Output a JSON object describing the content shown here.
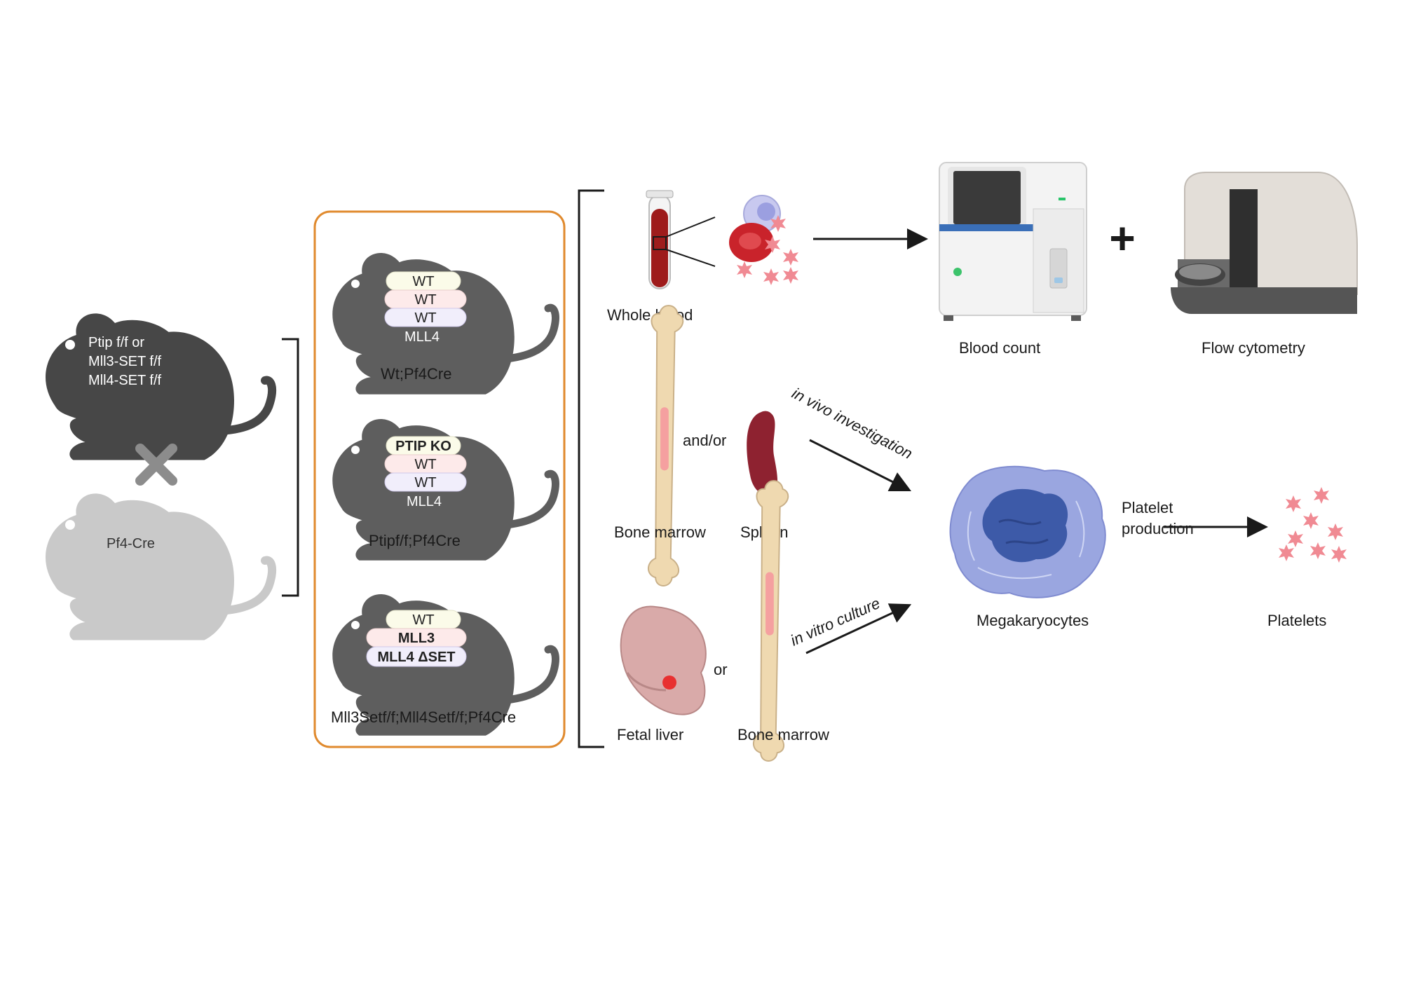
{
  "parents": {
    "mouse1": {
      "lines": [
        "Ptip f/f or",
        "Mll3-SET f/f",
        "Mll4-SET f/f"
      ]
    },
    "mouse2": {
      "label": "Pf4-Cre"
    }
  },
  "genotypes": [
    {
      "pills": [
        "WT",
        "WT",
        "WT"
      ],
      "footer": "MLL4",
      "caption": "Wt;Pf4Cre"
    },
    {
      "pills": [
        "PTIP KO",
        "WT",
        "WT"
      ],
      "footer": "MLL4",
      "caption": "Ptipf/f;Pf4Cre"
    },
    {
      "pills": [
        "WT",
        "MLL3",
        "MLL4 ΔSET"
      ],
      "caption": "Mll3Setf/f;Mll4Setf/f;Pf4Cre"
    }
  ],
  "samples": {
    "whole_blood": "Whole blood",
    "bone_marrow_1": "Bone marrow",
    "and_or": "and/or",
    "spleen": "Spleen",
    "fetal_liver": "Fetal liver",
    "or": "or",
    "bone_marrow_2": "Bone marrow"
  },
  "analysis": {
    "blood_count": "Blood count",
    "plus": "+",
    "flow_cytometry": "Flow cytometry"
  },
  "arrows": {
    "in_vivo": "in vivo investigation",
    "in_vitro_a": "in vitro",
    "in_vitro_b": " culture"
  },
  "outputs": {
    "megakaryocytes": "Megakaryocytes",
    "platelet_production_1": "Platelet",
    "platelet_production_2": "production",
    "platelets": "Platelets"
  },
  "colors": {
    "mouse_dark": "#474747",
    "mouse_mid": "#5e5e5e",
    "mouse_light": "#c9c9c9",
    "box_border": "#e08a2e",
    "blood": "#9e1b1b",
    "platelet": "#f08a93",
    "megakaryocyte": "#9aa6e0",
    "nucleus": "#3d5aa8"
  }
}
